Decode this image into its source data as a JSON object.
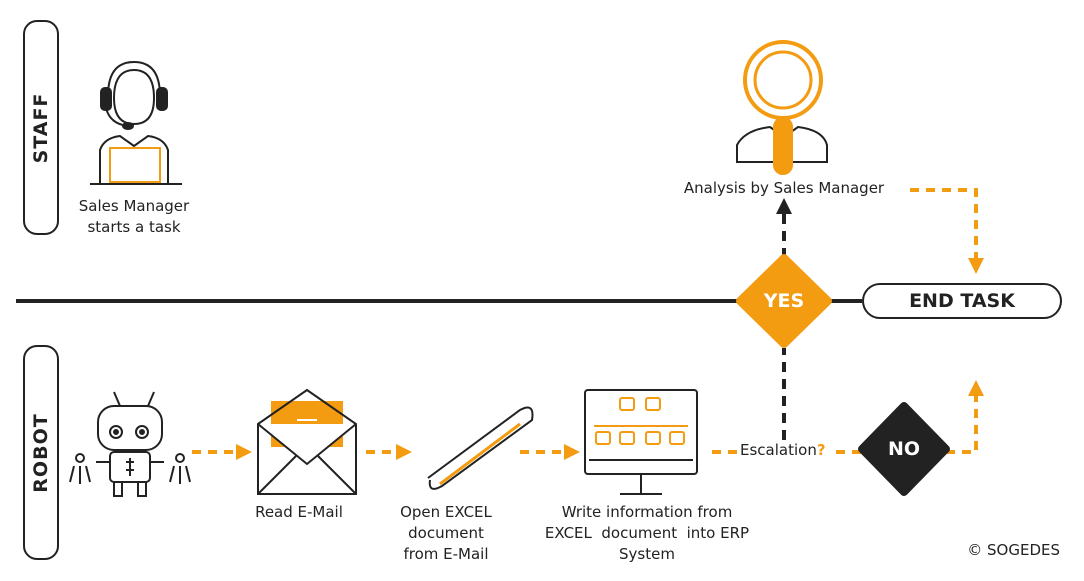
{
  "lanes": {
    "staff": "STAFF",
    "robot": "ROBOT"
  },
  "steps": {
    "sales_manager": [
      "Sales Manager",
      "starts a task"
    ],
    "read_email": "Read E-Mail",
    "open_excel": [
      "Open EXCEL",
      "document",
      "from E-Mail"
    ],
    "write_info": [
      "Write information from",
      "EXCEL  document  into ERP",
      "System"
    ],
    "analysis": "Analysis by Sales Manager"
  },
  "decision": {
    "label": "Escalation",
    "question_mark": "?",
    "yes": "YES",
    "no": "NO"
  },
  "end_task": "END TASK",
  "copyright": "© SOGEDES",
  "colors": {
    "accent": "#f39c12",
    "dark": "#222222"
  },
  "icons": [
    "person-headset-laptop-icon",
    "robot-icon",
    "envelope-icon",
    "paperclip-icon",
    "monitor-icon",
    "magnifier-person-icon"
  ]
}
